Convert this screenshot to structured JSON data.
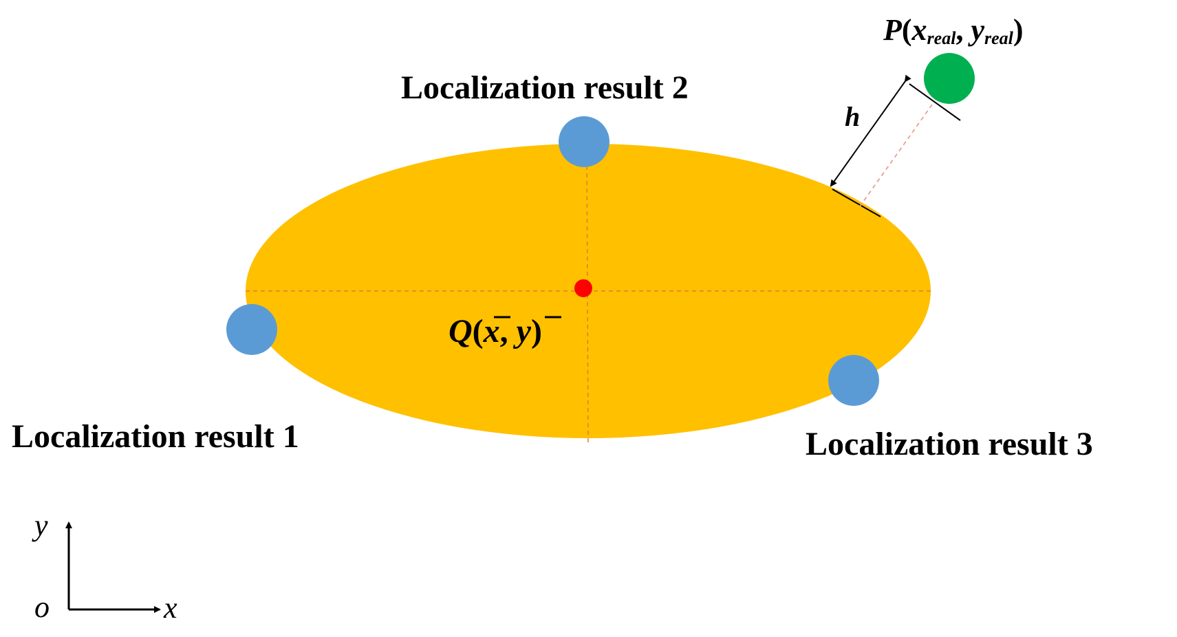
{
  "labels": {
    "result_1": "Localization result 1",
    "result_2": "Localization result 2",
    "result_3": "Localization result 3",
    "h": "h"
  },
  "point_p": {
    "letter": "P",
    "open": "(",
    "x_var": "x",
    "x_sub": "real",
    "sep": ", ",
    "y_var": "y",
    "y_sub": "real",
    "close": ")"
  },
  "point_q": {
    "letter": "Q",
    "open": "(",
    "x_var": "x",
    "sep": ", ",
    "y_var": "y",
    "close": ")"
  },
  "axes": {
    "origin": "o",
    "x": "x",
    "y": "y"
  },
  "colors": {
    "ellipse": "#FFC000",
    "result_point": "#5B9BD5",
    "real_point": "#00B050",
    "center_point": "#FF0000",
    "axis_dash": "#E07B39"
  }
}
